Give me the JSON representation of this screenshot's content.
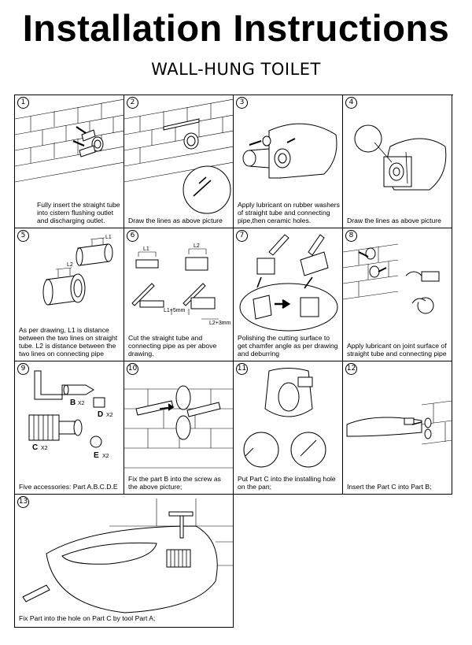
{
  "header": {
    "title": "Installation Instructions",
    "subtitle": "WALL-HUNG TOILET"
  },
  "steps": [
    {
      "num": "1",
      "caption": "Fully insert the straight tube into cistern flushing outlet and discharging outlet."
    },
    {
      "num": "2",
      "caption": "Draw the lines as above picture"
    },
    {
      "num": "3",
      "caption": "Apply lubricant on rubber washers of straight tube and connecting pipe,then ceramic holes."
    },
    {
      "num": "4",
      "caption": "Draw the lines as above picture"
    },
    {
      "num": "5",
      "caption": "As per drawing, L1 is distance between the two lines on straight tube. L2 is distance between the two lines on connecting pipe"
    },
    {
      "num": "6",
      "caption": "Cut the straight tube and connecting pipe as per above drawing."
    },
    {
      "num": "7",
      "caption": "Polishing the cutting surface to get chamfer angle as per drawing and deburring"
    },
    {
      "num": "8",
      "caption": "Apply lubricant on joint surface of straight tube and connecting pipe"
    },
    {
      "num": "9",
      "caption": "Five accessories: Part A.B.C.D.E"
    },
    {
      "num": "10",
      "caption": "Fix the part B into the screw as the above picture;"
    },
    {
      "num": "11",
      "caption": "Put Part C into the installing hole on the pan;"
    },
    {
      "num": "12",
      "caption": "Insert the Part C into Part B;"
    },
    {
      "num": "13",
      "caption": "Fix Part into the hole on Part C by tool Part A;"
    }
  ],
  "labels": {
    "l1": "L1",
    "l2": "L2",
    "l1_5mm": "L1+5mm",
    "l2_3mm": "L2+3mm",
    "part_b": "B",
    "part_c": "C",
    "part_d": "D",
    "part_e": "E",
    "qty": "X2"
  }
}
